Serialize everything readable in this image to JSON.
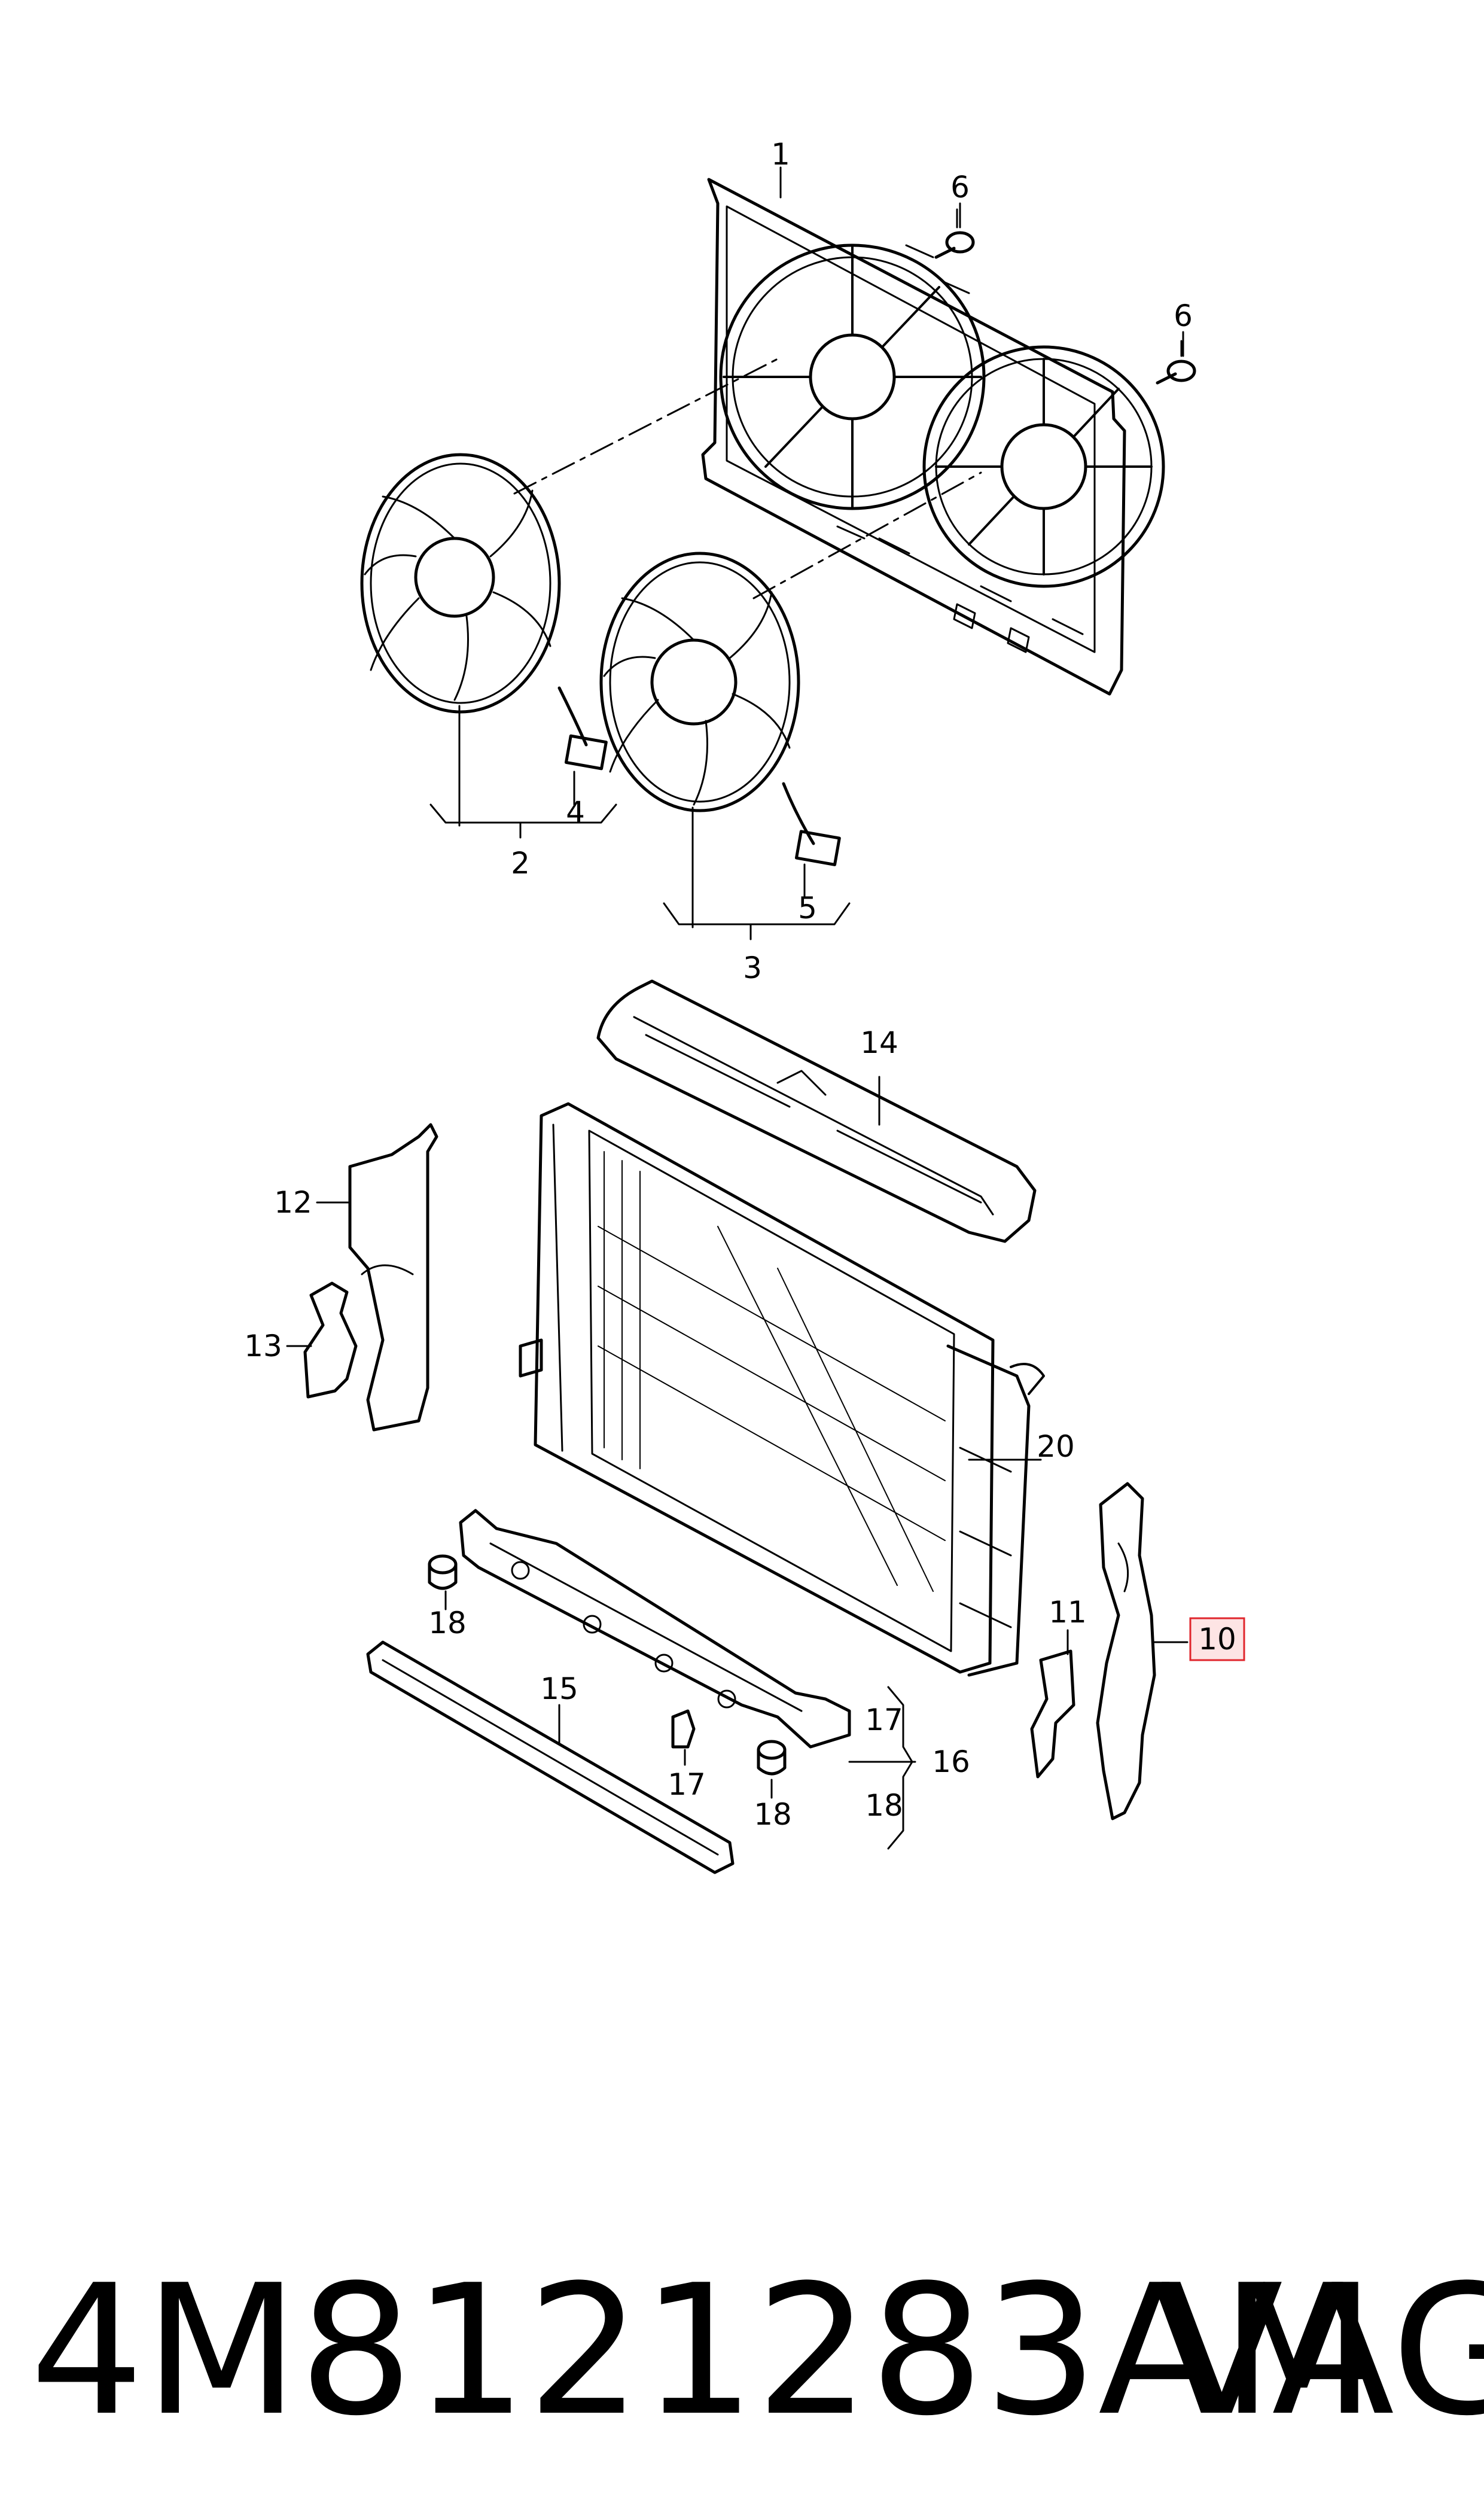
{
  "callouts": {
    "c1": "1",
    "c2": "2",
    "c3": "3",
    "c4": "4",
    "c5": "5",
    "c6a": "6",
    "c6b": "6",
    "c10": "10",
    "c11": "11",
    "c12": "12",
    "c13": "13",
    "c14": "14",
    "c15": "15",
    "c16": "16",
    "c17a": "17",
    "c17b": "17",
    "c18a": "18",
    "c18b": "18",
    "c18c": "18",
    "c20": "20"
  },
  "colors": {
    "line": "#000000",
    "highlight_border": "#e0262c",
    "highlight_fill": "#fde4e4"
  },
  "footer": {
    "part_number": "4M8121283AM",
    "brand": "VAG"
  }
}
